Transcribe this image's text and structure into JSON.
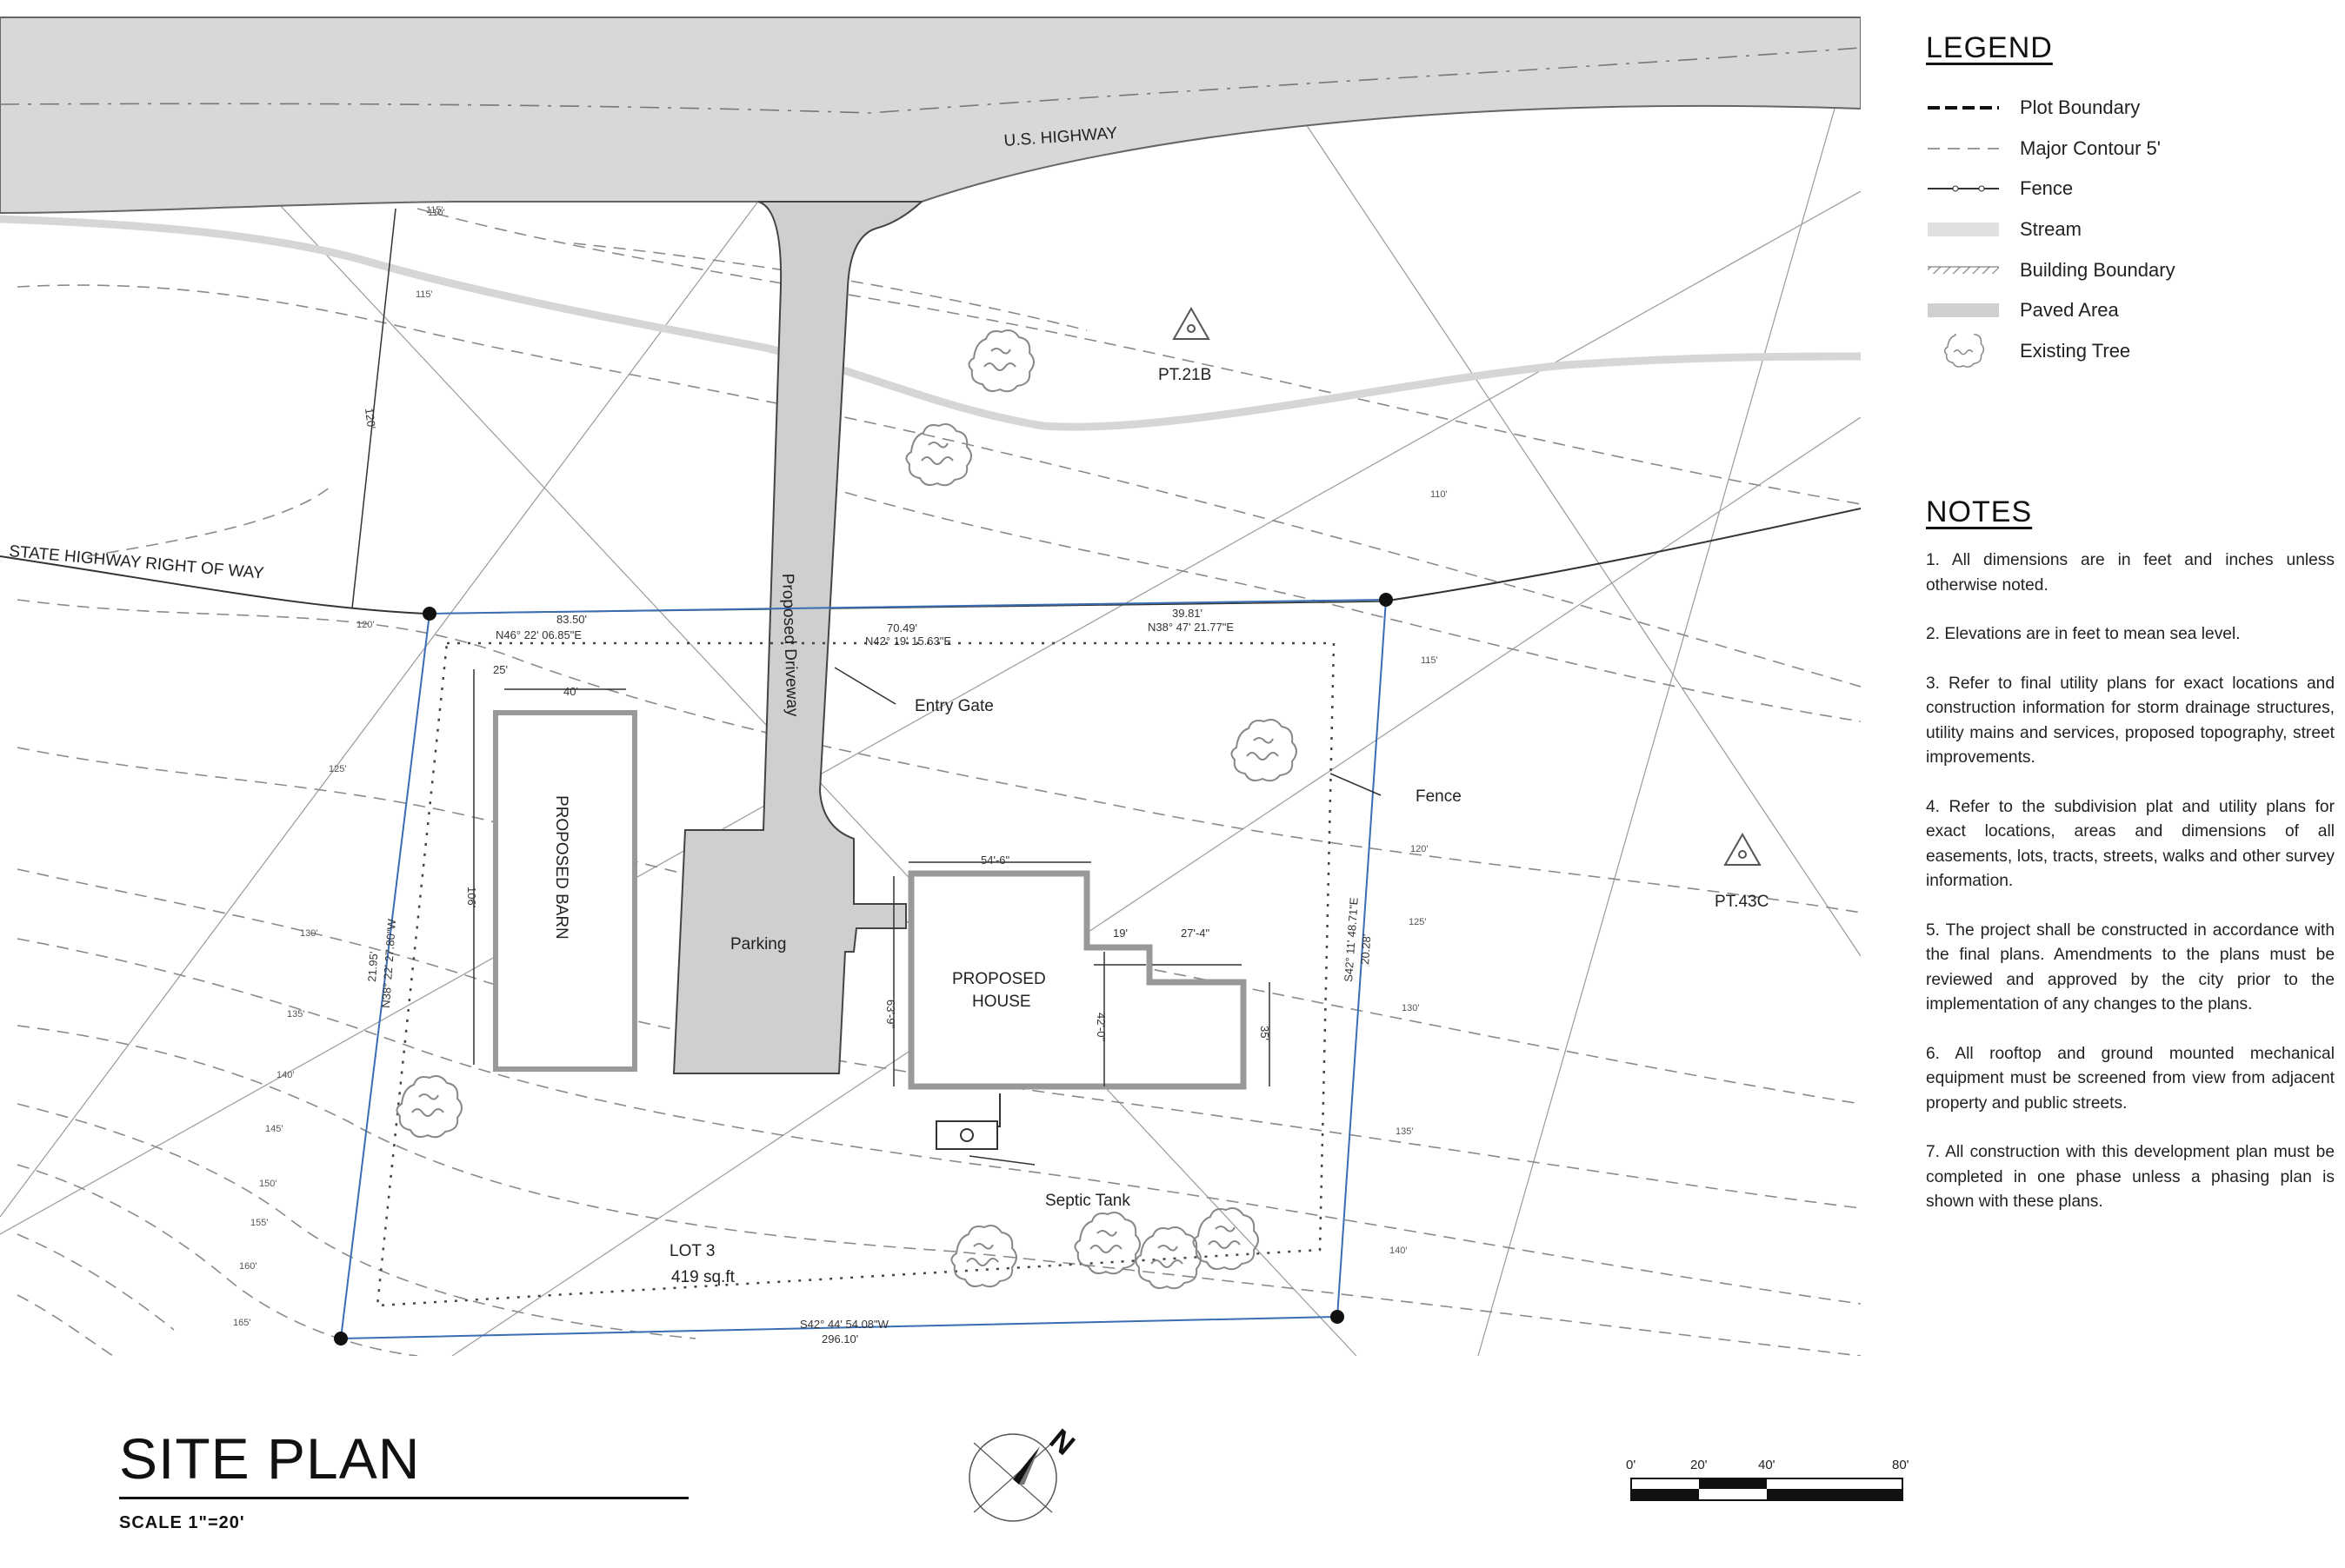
{
  "plan": {
    "highway_label": "U.S.   HIGHWAY",
    "right_of_way_label": "STATE HIGHWAY RIGHT OF WAY",
    "driveway_label": "Proposed Driveway",
    "parking_label": "Parking",
    "barn_label": "PROPOSED BARN",
    "house_label_line1": "PROPOSED",
    "house_label_line2": "HOUSE",
    "entry_gate_label": "Entry Gate",
    "fence_label": "Fence",
    "septic_label": "Septic Tank",
    "lot_label": "LOT 3",
    "lot_area": "419 sq.ft",
    "pt_north": "PT.21B",
    "pt_east": "PT.43C",
    "dimensions": {
      "setback_120": "120'",
      "seg1_len": "83.50'",
      "seg1_bearing": "N46° 22' 06.85\"E",
      "seg2_len": "70.49'",
      "seg2_bearing": "N42° 19' 15.63\"E",
      "seg3_len": "39.81'",
      "seg3_bearing": "N38° 47' 21.77\"E",
      "west_bearing": "N38° 22' 27.80\"W",
      "west_len": "21.95'",
      "east_bearing": "S42° 11' 48.71\"E",
      "east_len": "20.28'",
      "south_bearing": "S42° 44' 54.08\"W",
      "south_len": "296.10'",
      "barn_offset": "25'",
      "barn_width": "40'",
      "barn_length": "106'",
      "house_width": "54'-6\"",
      "house_depth": "63'-9\"",
      "house_notch1": "19'",
      "house_notch2": "27'-4\"",
      "house_inner": "42'-0\"",
      "house_right": "35'"
    },
    "contours": [
      "110'",
      "115'",
      "120'",
      "125'",
      "130'",
      "135'",
      "140'",
      "145'",
      "150'",
      "155'",
      "160'",
      "165'",
      "110'",
      "115'",
      "120'",
      "125'",
      "130'",
      "135'",
      "140'",
      "115'"
    ]
  },
  "legend": {
    "title": "LEGEND",
    "items": [
      {
        "label": "Plot Boundary",
        "icon": "plot-boundary-icon"
      },
      {
        "label": "Major Contour 5'",
        "icon": "contour-icon"
      },
      {
        "label": "Fence",
        "icon": "fence-icon"
      },
      {
        "label": "Stream",
        "icon": "stream-icon"
      },
      {
        "label": "Building Boundary",
        "icon": "building-boundary-icon"
      },
      {
        "label": "Paved Area",
        "icon": "paved-area-icon"
      },
      {
        "label": "Existing Tree",
        "icon": "tree-icon"
      }
    ]
  },
  "notes": {
    "title": "NOTES",
    "items": [
      "1.  All dimensions are in feet and inches unless otherwise noted.",
      "2.  Elevations are in feet to mean sea level.",
      "3.  Refer to final utility plans for exact locations and construction information for storm drainage structures, utility mains and services, proposed topography, street improvements.",
      "4.  Refer to the subdivision plat and utility plans for exact locations, areas and dimensions of all easements, lots, tracts, streets, walks and other survey information.",
      "5.  The project shall be constructed in accordance with the final plans. Amendments to the plans must be reviewed and approved by the city prior to the implementation of any changes to the plans.",
      "6.  All rooftop and ground mounted mechanical equipment must be screened from view from adjacent property and public streets.",
      "7.  All construction with this development plan must be completed in one phase unless a phasing plan is shown with these plans."
    ]
  },
  "title_block": {
    "title": "SITE PLAN",
    "scale": "SCALE 1\"=20'",
    "north_letter": "N",
    "scale_bar_labels": [
      "0'",
      "20'",
      "40'",
      "80'"
    ]
  }
}
